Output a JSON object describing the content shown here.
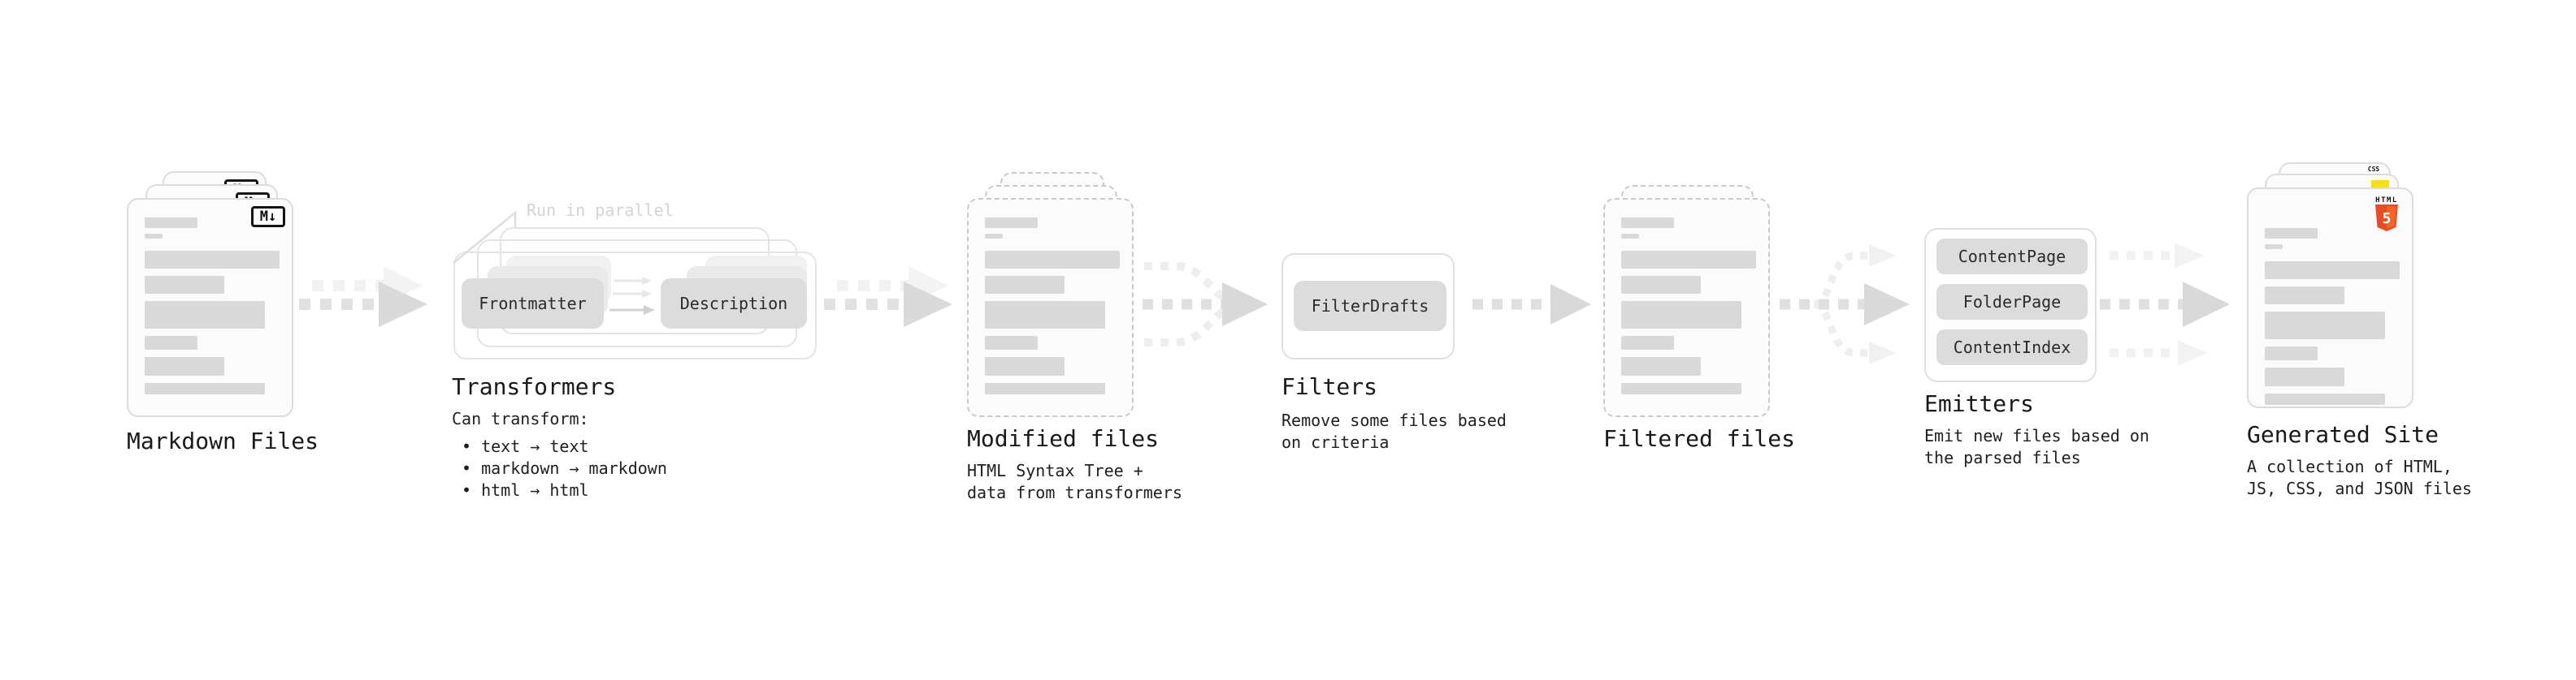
{
  "markdown_files": {
    "label": "Markdown Files",
    "badge": "M↓"
  },
  "transformers": {
    "label": "Transformers",
    "note": "Run in parallel",
    "pill_left": "Frontmatter",
    "pill_right": "Description",
    "desc_heading": "Can transform:",
    "bullets": [
      "text → text",
      "markdown → markdown",
      "html → html"
    ]
  },
  "modified_files": {
    "label": "Modified files",
    "subtitle_lines": [
      "HTML Syntax Tree +",
      "data from transformers"
    ]
  },
  "filters": {
    "label": "Filters",
    "pill": "FilterDrafts",
    "subtitle_lines": [
      "Remove some files based",
      "on criteria"
    ]
  },
  "filtered_files": {
    "label": "Filtered files"
  },
  "emitters": {
    "label": "Emitters",
    "pills": [
      "ContentPage",
      "FolderPage",
      "ContentIndex"
    ],
    "subtitle_lines": [
      "Emit new files based on",
      "the parsed files"
    ]
  },
  "generated_site": {
    "label": "Generated Site",
    "subtitle_lines": [
      "A collection of HTML,",
      "JS, CSS, and JSON files"
    ],
    "badges": {
      "css_label": "CSS",
      "html_label": "HTML",
      "html_number": "5"
    }
  },
  "colors": {
    "html5_orange": "#e44d26",
    "html5_orange_light": "#f16529",
    "js_yellow": "#f7de1e",
    "css_blue": "#2965f1",
    "arrow_gray": "#d9d9d9",
    "arrow_ghost": "#f2f2f2",
    "skeleton_bar_gray": "#d9d9d9",
    "note_gray": "#d3d3d3",
    "text_dark": "#191919"
  }
}
